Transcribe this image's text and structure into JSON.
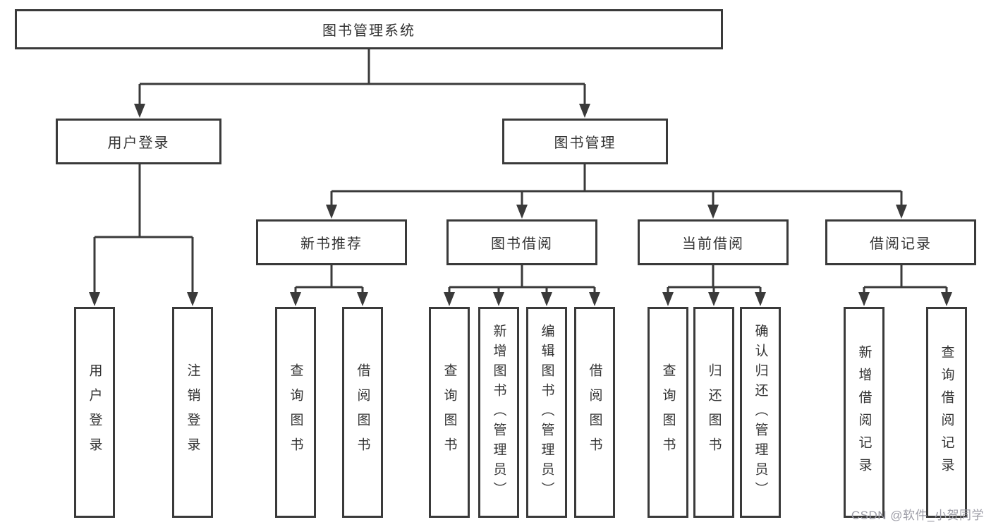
{
  "diagram_title": "图书管理系统",
  "tree": {
    "root": {
      "label": "图书管理系统"
    },
    "children": [
      {
        "label": "用户登录",
        "children": [
          {
            "label": "用户登录"
          },
          {
            "label": "注销登录"
          }
        ]
      },
      {
        "label": "图书管理",
        "children": [
          {
            "label": "新书推荐",
            "children": [
              {
                "label": "查询图书"
              },
              {
                "label": "借阅图书"
              }
            ]
          },
          {
            "label": "图书借阅",
            "children": [
              {
                "label": "查询图书"
              },
              {
                "label": "新增图书（管理员）"
              },
              {
                "label": "编辑图书（管理员）"
              },
              {
                "label": "借阅图书"
              }
            ]
          },
          {
            "label": "当前借阅",
            "children": [
              {
                "label": "查询图书"
              },
              {
                "label": "归还图书"
              },
              {
                "label": "确认归还（管理员）"
              }
            ]
          },
          {
            "label": "借阅记录",
            "children": [
              {
                "label": "新增借阅记录"
              },
              {
                "label": "查询借阅记录"
              }
            ]
          }
        ]
      }
    ]
  },
  "watermark": {
    "text": "CSDN @软件_小贺同学"
  },
  "colors": {
    "line": "#3a3a3a",
    "border": "#3a3a3a",
    "text": "#333333",
    "background": "#ffffff",
    "watermark": "#9c9ca6"
  }
}
